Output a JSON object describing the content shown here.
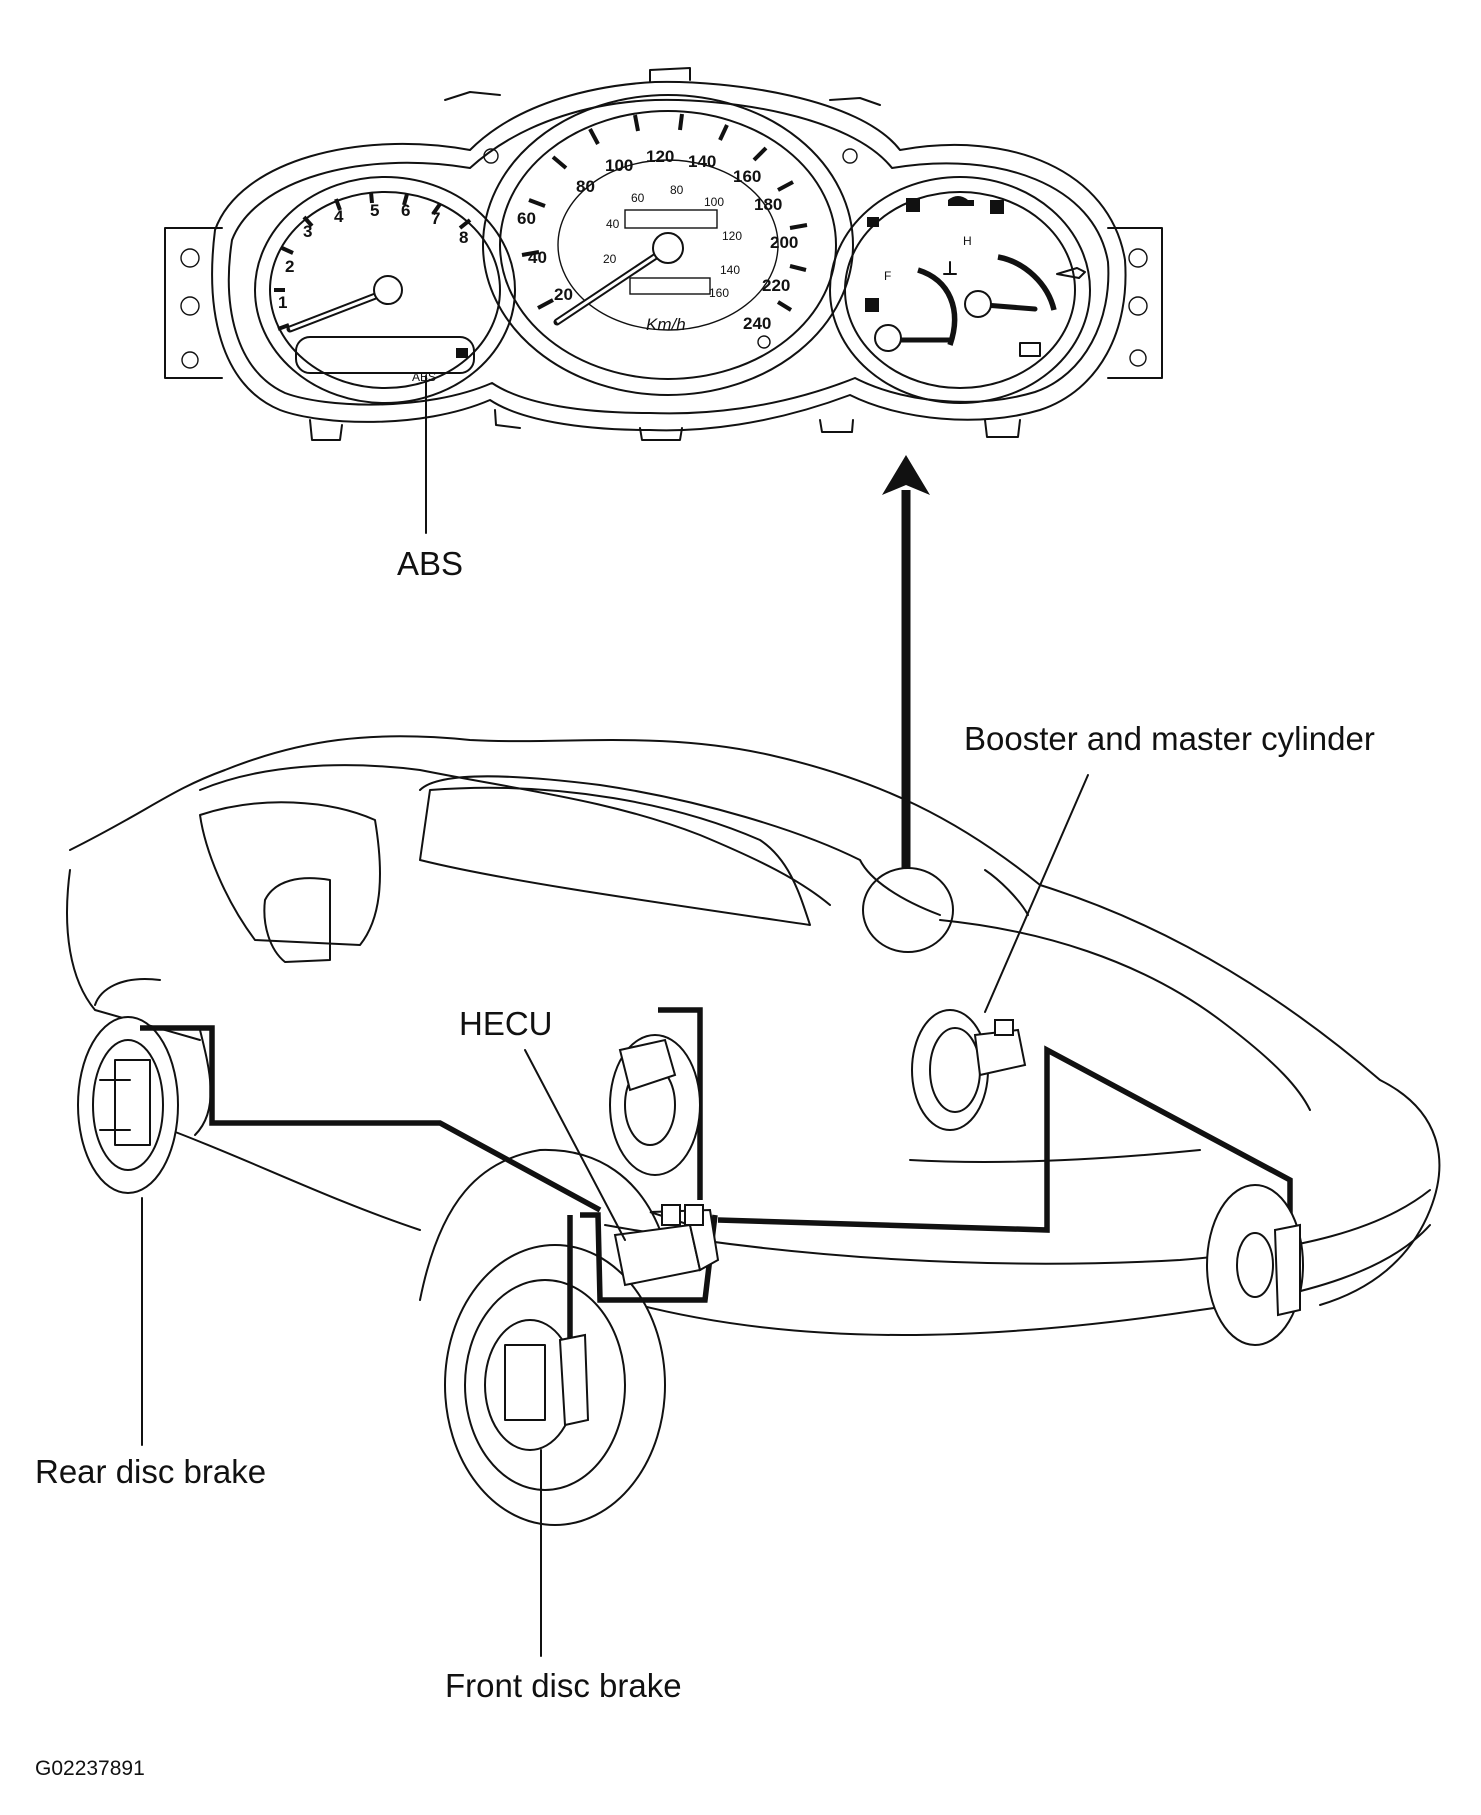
{
  "labels": {
    "abs": "ABS",
    "booster": "Booster and master cylinder",
    "hecu": "HECU",
    "rear_brake": "Rear disc brake",
    "front_brake": "Front disc brake",
    "figure_id": "G02237891"
  },
  "cluster": {
    "speed_marks": [
      "20",
      "40",
      "60",
      "80",
      "100",
      "120",
      "140",
      "160",
      "180",
      "200",
      "220",
      "240"
    ],
    "mph_marks": [
      "20",
      "40",
      "60",
      "80",
      "100",
      "120",
      "140",
      "160"
    ],
    "speed_unit": "Km/h",
    "tach_marks": [
      "1",
      "2",
      "3",
      "4",
      "5",
      "6",
      "7",
      "8"
    ],
    "fuel_mark": "F",
    "temp_mark": "H",
    "abs_lamp": "ABS"
  }
}
